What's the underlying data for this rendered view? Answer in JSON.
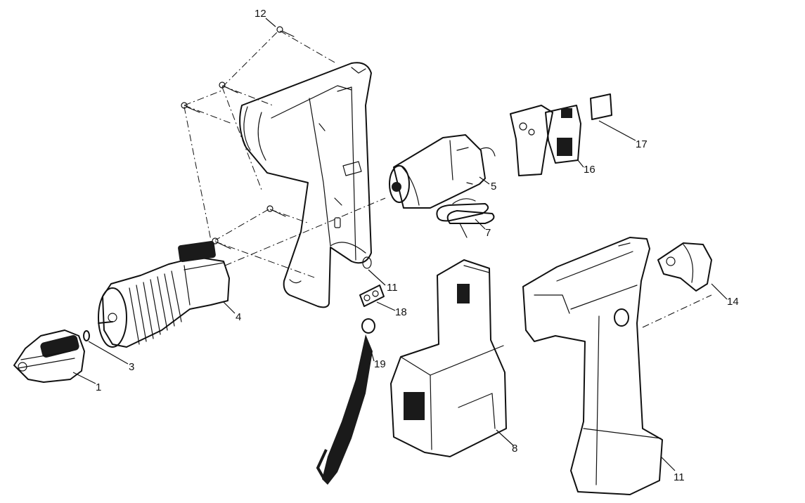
{
  "callouts": {
    "c1": "1",
    "c3": "3",
    "c4": "4",
    "c5": "5",
    "c7": "7",
    "c8": "8",
    "c11a": "11",
    "c11b": "11",
    "c12": "12",
    "c14": "14",
    "c16": "16",
    "c17": "17",
    "c18": "18",
    "c19": "19"
  },
  "colors": {
    "ink": "#111111",
    "paper": "#ffffff"
  }
}
